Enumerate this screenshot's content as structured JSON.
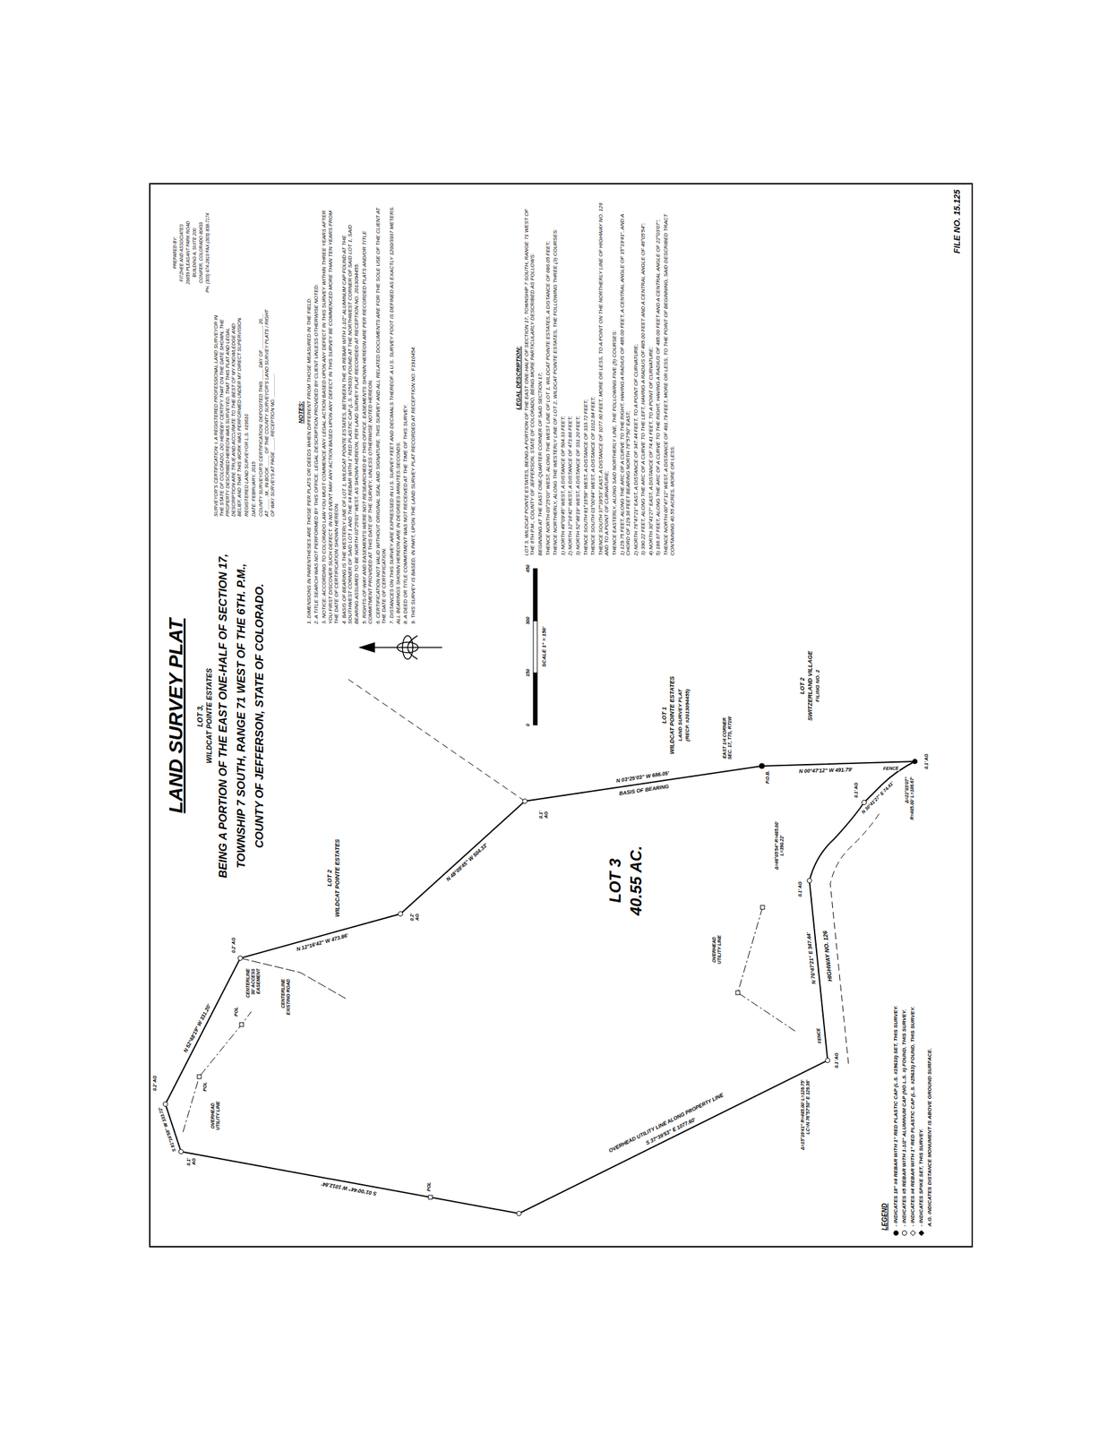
{
  "diagram": {
    "title": "LAND SURVEY PLAT",
    "labels": [
      "LOT 3,",
      "WILDCAT POINTE ESTATES",
      "BEING A PORTION OF THE EAST ONE-HALF OF SECTION 17,",
      "TOWNSHIP 7 SOUTH, RANGE 71 WEST OF THE 6TH. P.M.,",
      "COUNTY OF JEFFERSON, STATE OF COLORADO.",
      "PREPARED BY:",
      "FITZHEE AND ASSOCIATES",
      "26659 PLEASANT PARK ROAD",
      "BUILDING A, SUITE 200",
      "CONIFER, COLORADO 80433",
      "PH. (303) 674-2810 FAX (303) 838-7174",
      "SURVEYOR'S CERTIFICATION: I, A REGISTERED PROFESSIONAL LAND SURVEYOR IN THE STATE OF COLORADO, DO HEREBY CERTIFY THAT ON THE DATE SHOWN, THE PROPERTY DESCRIBED HEREON WAS SURVEYED, THAT THIS PLAT AND LEGAL DESCRIPTION ARE TRUE AND ACCURATE TO THE BEST OF MY KNOWLEDGE AND BELIEF, AND THAT THIS WORK WAS PERFORMED UNDER MY DIRECT SUPERVISION.",
      "REGISTERED LAND SURVEYOR L.S. #19610",
      "DATE: FEBRUARY, 2015",
      "COUNTY SURVEYOR'S CERTIFICATION: DEPOSITED THIS ____ DAY OF ________, 20__ AT ____ .M., IN BOOK ____ OF THE COUNTY SURVEYOR'S LAND SURVEY PLATS / RIGHT OF WAY SURVEYS AT PAGE ____, RECEPTION NO. ________.",
      "NOTES:",
      "1. DIMENSIONS IN PARENTHESES ARE THOSE PER PLATS OR DEEDS WHEN DIFFERENT FROM THOSE MEASURED IN THE FIELD.",
      "2. A TITLE SEARCH WAS NOT PERFORMED BY THIS OFFICE. LEGAL DESCRIPTION PROVIDED BY CLIENT UNLESS OTHERWISE NOTED.",
      "3. NOTICE: ACCORDING TO COLORADO LAW YOU MUST COMMENCE ANY LEGAL ACTION BASED UPON ANY DEFECT IN THIS SURVEY WITHIN THREE YEARS AFTER YOU FIRST DISCOVER SUCH DEFECT. IN NO EVENT MAY ANY ACTION BASED UPON ANY DEFECT IN THIS SURVEY BE COMMENCED MORE THAN TEN YEARS FROM THE DATE OF CERTIFICATION SHOWN HEREON.",
      "4. BASIS OF BEARING IS THE WESTERLY LINE OF LOT 1, WILDCAT POINTE ESTATES, BETWEEN THE #5 REBAR WITH 1-1/2\" ALUMINUM CAP FOUND AT THE SOUTHWEST CORNER OF SAID LOT 1 AND THE #4 REBAR WITH 1\" RED PLASTIC CAP (L.S. #25633) FOUND AT THE NORTHWEST CORNER OF SAID LOT 1, SAID BEARING ASSUMED TO BE NORTH 03°25'03\" WEST, AS SHOWN HEREON, PER LAND SURVEY PLAT RECORDED AT RECEPTION NO. 2013094455.",
      "5. RIGHTS-OF-WAY AND EASEMENTS WERE NOT RESEARCHED BY THIS OFFICE. EASEMENTS SHOWN HEREON ARE PER RECORDED PLATS AND/OR TITLE COMMITMENT PROVIDED AT THIS DATE OF THE SURVEY, UNLESS OTHERWISE NOTED HEREON.",
      "6. CERTIFICATION NOT VALID WITHOUT ORIGINAL SEAL AND SIGNATURE. THIS SURVEY AND ALL RELATED DOCUMENTS ARE FOR THE SOLE USE OF THE CLIENT AT THE DATE OF CERTIFICATION.",
      "7. DISTANCES ON THIS SURVEY ARE EXPRESSED IN U.S. SURVEY FEET AND DECIMALS THEREOF. A U.S. SURVEY FOOT IS DEFINED AS EXACTLY 1200/3937 METERS. ALL BEARINGS SHOWN HEREON ARE IN DEGREES-MINUTES-SECONDS.",
      "8. A DEED OR TITLE COMMITMENT WAS NOT RECEIVED AT THE TIME OF THIS SURVEY.",
      "9. THIS SURVEY IS BASED, IN PART, UPON THE LAND SURVEY PLAT RECORDED AT RECEPTION NO. F1910454.",
      "LEGAL DESCRIPTION:",
      "LOT 3, WILDCAT POINTE ESTATES, BEING A PORTION OF THE EAST ONE-HALF OF SECTION 17, TOWNSHIP 7 SOUTH, RANGE 71 WEST OF THE 6TH P.M., COUNTY OF JEFFERSON, STATE OF COLORADO, BEING MORE PARTICULARLY DESCRIBED AS FOLLOWS:",
      "BEGINNING AT THE EAST ONE-QUARTER CORNER OF SAID SECTION 17;",
      "THENCE NORTH 03°25'03\" WEST, ALONG THE WEST LINE OF LOT 1, WILDCAT POINTE ESTATES, A DISTANCE OF 686.05 FEET;",
      "THENCE NORTHERLY, ALONG THE WESTERLY LINE OF LOT 2, WILDCAT POINTE ESTATES, THE FOLLOWING THREE (3) COURSES:",
      "1) NORTH 48°09'45\" WEST, A DISTANCE OF 504.33 FEET;",
      "2) NORTH 12°16'42\" WEST, A DISTANCE OF 473.86 FEET;",
      "3) NORTH 52°48'19\" WEST, A DISTANCE OF 331.20 FEET;",
      "THENCE SOUTH 81°16'58\" WEST, A DISTANCE OF 333.72 FEET;",
      "THENCE SOUTH 01°00'44\" WEST, A DISTANCE OF 1012.84 FEET;",
      "THENCE SOUTH 37°39'53\" EAST, A DISTANCE OF 1077.60 FEET, MORE OR LESS, TO A POINT ON THE NORTHERLY LINE OF HIGHWAY NO. 126 AND TO A POINT OF CURVATURE;",
      "THENCE EASTERLY, ALONG SAID NORTHERLY LINE, THE FOLLOWING FIVE (5) COURSES:",
      "1) 129.75 FEET, ALONG THE ARC OF A CURVE TO THE RIGHT, HAVING A RADIUS OF 485.00 FEET, A CENTRAL ANGLE OF 15°19'41\", AND A CHORD OF 129.36 FEET BEARING NORTH 76°57'50\" EAST;",
      "2) NORTH 76°47'21\" EAST, A DISTANCE OF 347.44 FEET, TO A POINT OF CURVATURE;",
      "3) 390.22 FEET, ALONG THE ARC OF A CURVE TO THE LEFT, HAVING A RADIUS OF 485.00 FEET AND A CENTRAL ANGLE OF 46°05'54\";",
      "4) NORTH 30°41'27\" EAST, A DISTANCE OF 74.41 FEET, TO A POINT OF CURVATURE;",
      "5) 186.67 FEET, ALONG THE ARC OF A CURVE TO THE RIGHT, HAVING A RADIUS OF 485.00 FEET AND A CENTRAL ANGLE OF 22°03'07\";",
      "THENCE NORTH 00°47'12\" WEST, A DISTANCE OF 491.79 FEET, MORE OR LESS, TO THE POINT OF BEGINNING, SAID DESCRIBED TRACT CONTAINING 40.55 ACRES, MORE OR LESS.",
      "FILE NO. 15.125",
      "LOT 3",
      "40.55 AC.",
      "LOT 2",
      "WILDCAT POINTE ESTATES",
      "LOT 1",
      "WILDCAT POINTE ESTATES",
      "LAND SURVEY PLAT",
      "(RECP. #2013094455)",
      "LOT 2",
      "SWITZERLAND VILLAGE",
      "FILING NO. 2",
      "EAST 1/4 CORNER SEC. 17, T7S, R71W",
      "P.O.B.",
      "N 03°25'03\" W 686.05'",
      "BASIS OF BEARING",
      "N 48°09'45\" W 504.33'",
      "N 12°16'42\" W 473.86'",
      "N 52°48'19\" W 331.20'",
      "S 81°16'58\" W 333.72'",
      "S 01°00'44\" W 1012.84'",
      "S 37°39'53\" E 1077.60'",
      "OVERHEAD UTILITY LINE ALONG PROPERTY LINE",
      "N 76°47'21\" E 347.44'",
      "FENCE",
      "HIGHWAY NO. 126",
      "Δ=15°19'41\" R=485.00' L=129.75' LC=N 76°57'50\" E 129.36'",
      "Δ=46°05'54\" R=485.00' L=390.22'",
      "N 30°41'27\" E 74.41'",
      "Δ=22°03'07\" R=485.00' L=186.67'",
      "N 00°47'12\" W 491.79'",
      "FENCE",
      "0.2' AG",
      "0.1' AG",
      "0.2' AG",
      "CENTERLINE 30' ACCESS EASEMENT",
      "CENTERLINE EXISTING ROAD",
      "0.2' AG",
      "0.1' AG",
      "0.1' AG",
      "0.1' AG",
      "0.1' AG",
      "0.1' AG",
      "OVERHEAD UTILITY LINE",
      "POL",
      "POL",
      "POL",
      "OVERHEAD UTILITY LINE",
      "0",
      "150",
      "300",
      "450",
      "SCALE 1\" = 150'",
      "LEGEND"
    ],
    "legend": [
      {
        "text": "- INDICATES 18\" #4 REBAR WITH 1\" RED PLASTIC CAP (L.S. #19610) SET, THIS SURVEY."
      },
      {
        "text": "- INDICATES #5 REBAR WITH 1-1/2\" ALUMINUM CAP (NO L.S. #) FOUND, THIS SURVEY."
      },
      {
        "text": "- INDICATES #4 REBAR WITH 1\" RED PLASTIC CAP (L.S. #25633) FOUND, THIS SURVEY."
      },
      {
        "text": "- INDICATES SPIKE SET, THIS SURVEY."
      },
      {
        "text": "A.G. INDICATES DISTANCE MONUMENT IS ABOVE GROUND SURFACE."
      }
    ]
  }
}
